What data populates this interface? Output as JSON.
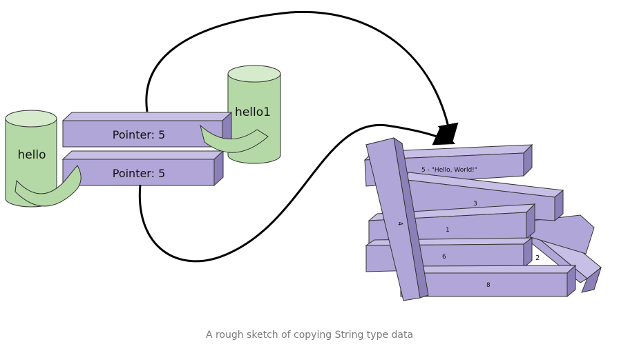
{
  "variables": {
    "first": "hello",
    "second": "hello1"
  },
  "pointers": {
    "top": "Pointer: 5",
    "bottom": "Pointer: 5"
  },
  "heap_blocks": {
    "b5": "5 - \"Hello, World!\"",
    "b3": "3",
    "b1": "1",
    "b6": "6",
    "b2": "2",
    "b8": "8",
    "b4": "4"
  },
  "caption": "A rough sketch of copying String type data",
  "colors": {
    "cylinder": "#b5d9a6",
    "cylinder_top": "#d5ebcc",
    "block_front": "#b1a6d8",
    "block_top": "#c8bfe6",
    "block_side": "#8c80b8",
    "outline": "#333333",
    "arrow": "#000000",
    "caption": "#7a7a7a"
  }
}
